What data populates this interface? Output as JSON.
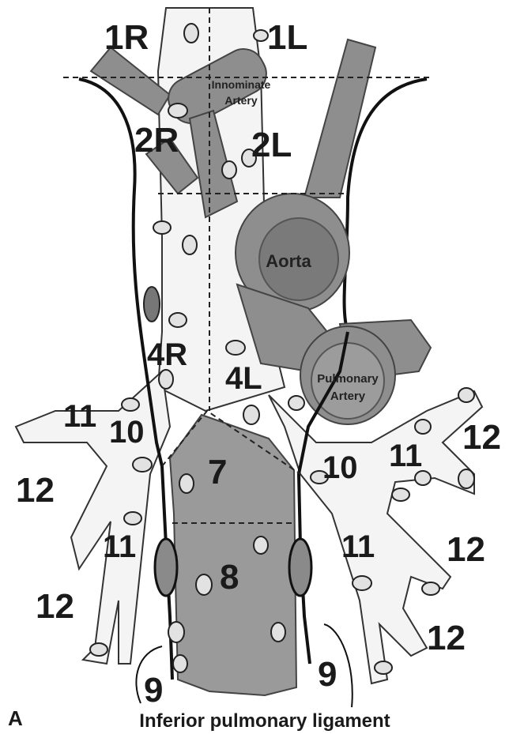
{
  "panel_letter": "A",
  "caption": "Inferior pulmonary ligament",
  "structures": {
    "innominate_line1": "Innominate",
    "innominate_line2": "Artery",
    "aorta": "Aorta",
    "pulmonary_line1": "Pulmonary",
    "pulmonary_line2": "Artery"
  },
  "stations": {
    "s1R": "1R",
    "s1L": "1L",
    "s2R": "2R",
    "s2L": "2L",
    "s4R": "4R",
    "s4L": "4L",
    "s7": "7",
    "s8": "8",
    "s9_left": "9",
    "s9_right": "9",
    "s10_left": "10",
    "s10_right": "10",
    "s11_left_upper": "11",
    "s11_left_lower": "11",
    "s11_right_upper": "11",
    "s11_right_lower": "11",
    "s12_left_upper": "12",
    "s12_left_lower": "12",
    "s12_right_upper": "12",
    "s12_right_mid": "12",
    "s12_right_lower": "12"
  },
  "colors": {
    "vessel": "#8e8e8e",
    "esophagus": "#9a9a9a",
    "airway": "#f4f4f4",
    "node": "#e2e2e2",
    "ink": "#1a1a1a"
  }
}
